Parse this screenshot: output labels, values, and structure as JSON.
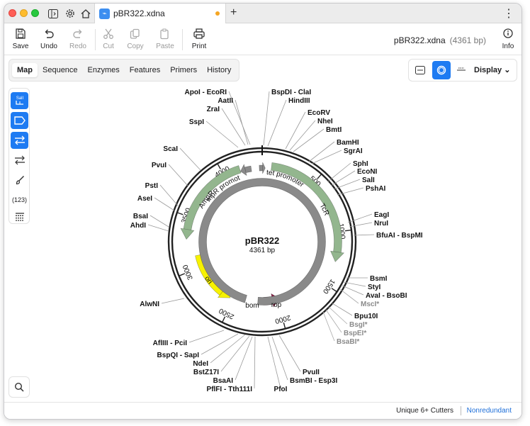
{
  "window": {
    "tab_title": "pBR322.xdna",
    "new_tab": "+",
    "menu": "⋮"
  },
  "toolbar": {
    "save": "Save",
    "undo": "Undo",
    "redo": "Redo",
    "cut": "Cut",
    "copy": "Copy",
    "paste": "Paste",
    "print": "Print",
    "info": "Info",
    "doc_name": "pBR322.xdna",
    "doc_length": "(4361 bp)"
  },
  "tabs": [
    "Map",
    "Sequence",
    "Enzymes",
    "Features",
    "Primers",
    "History"
  ],
  "active_tab": "Map",
  "view": {
    "display_label": "Display"
  },
  "sidetools": {
    "enzyme_tool": "SalI",
    "count_label": "(123)"
  },
  "status": {
    "cutters": "Unique 6+ Cutters",
    "mode": "Nonredundant"
  },
  "map": {
    "name": "pBR322",
    "length_label": "4361 bp",
    "total_bp": 4361,
    "ticks": [
      {
        "bp": 500,
        "label": "500"
      },
      {
        "bp": 1000,
        "label": "1000"
      },
      {
        "bp": 1500,
        "label": "1500"
      },
      {
        "bp": 2000,
        "label": "2000"
      },
      {
        "bp": 2500,
        "label": "2500"
      },
      {
        "bp": 3000,
        "label": "3000"
      },
      {
        "bp": 3500,
        "label": "3500"
      },
      {
        "bp": 4000,
        "label": "4000"
      }
    ],
    "features": [
      {
        "name": "TcR",
        "start": 86,
        "end": 1276,
        "strand": 1,
        "color": "#93b68e"
      },
      {
        "name": "AmpR",
        "start": 4153,
        "end": 3293,
        "strand": -1,
        "color": "#93b68e"
      },
      {
        "name": "ori",
        "start": 3127,
        "end": 2539,
        "strand": -1,
        "color": "#f7f200"
      },
      {
        "name": "rop",
        "start": 2166,
        "end": 1975,
        "strand": -1,
        "color": "#8c2148"
      },
      {
        "name": "bom",
        "start": 2373,
        "end": 2231,
        "strand": 0,
        "color": "#8a8a8a"
      },
      {
        "name": "AmpR promoter",
        "start": 4258,
        "end": 4154,
        "strand": -1,
        "color": "#8a8a8a"
      },
      {
        "name": "tet promoter",
        "start": 4334,
        "end": 29,
        "strand": 1,
        "color": "#8a8a8a"
      }
    ],
    "enzymes": [
      {
        "label": "ApoI - EcoRI",
        "grey": false
      },
      {
        "label": "AatII",
        "grey": false
      },
      {
        "label": "ZraI",
        "grey": false
      },
      {
        "label": "SspI",
        "grey": false
      },
      {
        "label": "ScaI",
        "grey": false
      },
      {
        "label": "PvuI",
        "grey": false
      },
      {
        "label": "PstI",
        "grey": false
      },
      {
        "label": "AseI",
        "grey": false
      },
      {
        "label": "BsaI",
        "grey": false
      },
      {
        "label": "AhdI",
        "grey": false
      },
      {
        "label": "AlwNI",
        "grey": false
      },
      {
        "label": "AflIII - PciI",
        "grey": false
      },
      {
        "label": "BspQI - SapI",
        "grey": false
      },
      {
        "label": "NdeI",
        "grey": false
      },
      {
        "label": "BstZ17I",
        "grey": false
      },
      {
        "label": "BsaAI",
        "grey": false
      },
      {
        "label": "PflFI - Tth111I",
        "grey": false
      },
      {
        "label": "PfoI",
        "grey": false
      },
      {
        "label": "BsmBI - Esp3I",
        "grey": false
      },
      {
        "label": "PvuII",
        "grey": false
      },
      {
        "label": "BspDI - ClaI",
        "grey": false
      },
      {
        "label": "HindIII",
        "grey": false
      },
      {
        "label": "EcoRV",
        "grey": false
      },
      {
        "label": "NheI",
        "grey": false
      },
      {
        "label": "BmtI",
        "grey": false
      },
      {
        "label": "BamHI",
        "grey": false
      },
      {
        "label": "SgrAI",
        "grey": false
      },
      {
        "label": "SphI",
        "grey": false
      },
      {
        "label": "EcoNI",
        "grey": false
      },
      {
        "label": "SalI",
        "grey": false
      },
      {
        "label": "PshAI",
        "grey": false
      },
      {
        "label": "EagI",
        "grey": false
      },
      {
        "label": "NruI",
        "grey": false
      },
      {
        "label": "BfuAI - BspMI",
        "grey": false
      },
      {
        "label": "BsmI",
        "grey": false
      },
      {
        "label": "StyI",
        "grey": false
      },
      {
        "label": "AvaI - BsoBI",
        "grey": false
      },
      {
        "label": "MscI*",
        "grey": true
      },
      {
        "label": "Bpu10I",
        "grey": false
      },
      {
        "label": "BsgI*",
        "grey": true
      },
      {
        "label": "BspEI*",
        "grey": true
      },
      {
        "label": "BsaBI*",
        "grey": true
      }
    ]
  }
}
